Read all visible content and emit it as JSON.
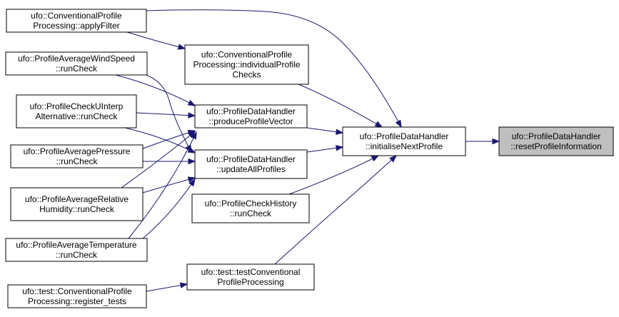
{
  "colors": {
    "edge": "#191970",
    "node_fill": "#ffffff",
    "node_border": "#000000",
    "highlight_fill": "#bfbfbf"
  },
  "nodes": {
    "applyFilter": [
      "ufo::ConventionalProfile",
      "Processing::applyFilter"
    ],
    "avgWindSpeed": [
      "ufo::ProfileAverageWindSpeed",
      "::runCheck"
    ],
    "uInterp": [
      "ufo::ProfileCheckUInterp",
      "Alternative::runCheck"
    ],
    "avgPressure": [
      "ufo::ProfileAveragePressure",
      "::runCheck"
    ],
    "avgHumidity": [
      "ufo::ProfileAverageRelative",
      "Humidity::runCheck"
    ],
    "avgTemperature": [
      "ufo::ProfileAverageTemperature",
      "::runCheck"
    ],
    "registerTests": [
      "ufo::test::ConventionalProfile",
      "Processing::register_tests"
    ],
    "individualChecks": [
      "ufo::ConventionalProfile",
      "Processing::individualProfile",
      "Checks"
    ],
    "produceVector": [
      "ufo::ProfileDataHandler",
      "::produceProfileVector"
    ],
    "updateAll": [
      "ufo::ProfileDataHandler",
      "::updateAllProfiles"
    ],
    "checkHistory": [
      "ufo::ProfileCheckHistory",
      "::runCheck"
    ],
    "testConvProc": [
      "ufo::test::testConventional",
      "ProfileProcessing"
    ],
    "initialiseNext": [
      "ufo::ProfileDataHandler",
      "::initialiseNextProfile"
    ],
    "resetInfo": [
      "ufo::ProfileDataHandler",
      "::resetProfileInformation"
    ]
  }
}
